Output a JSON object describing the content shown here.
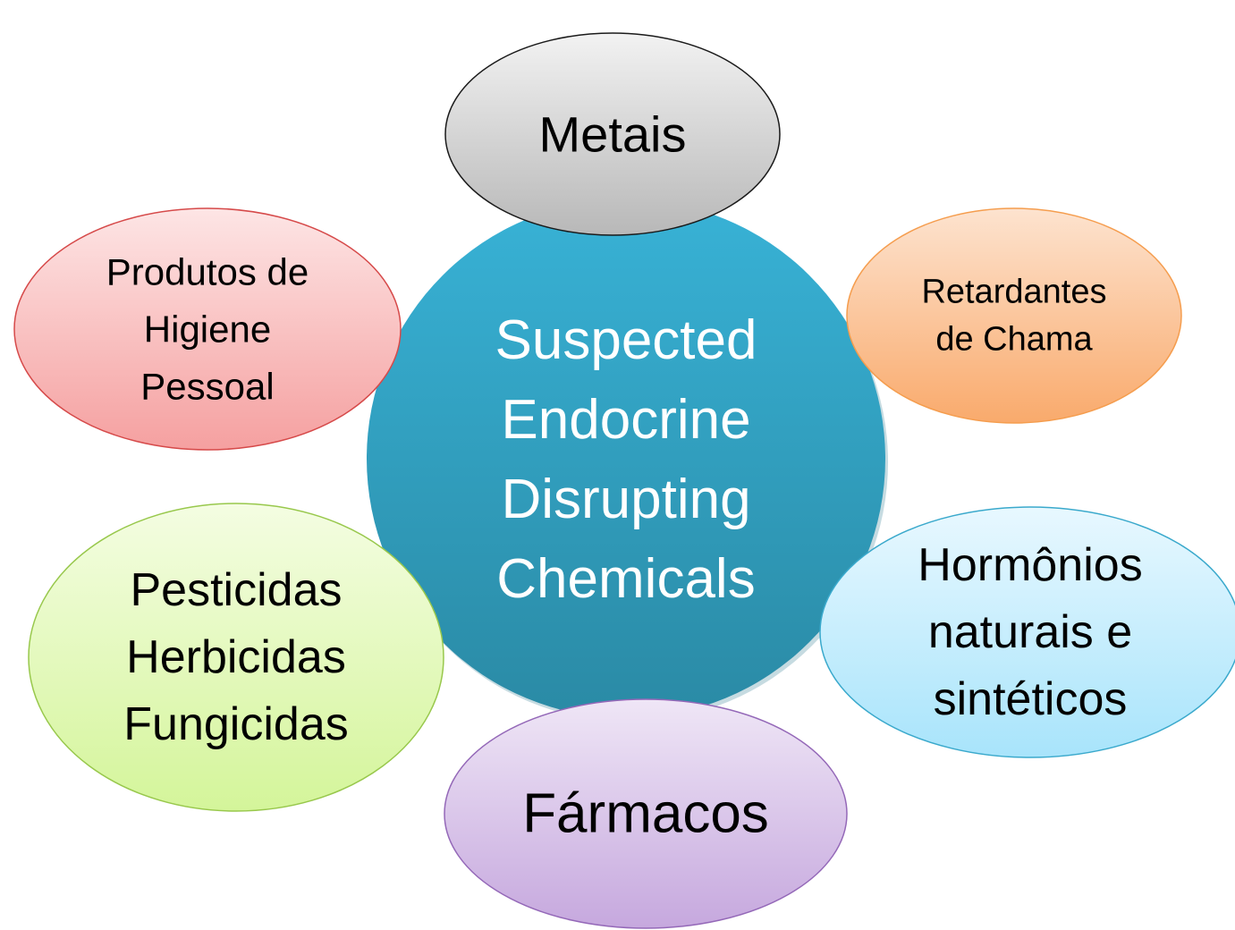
{
  "center": {
    "lines": [
      "Suspected",
      "Endocrine",
      "Disrupting",
      "Chemicals"
    ],
    "fill_top": "#38b2d6",
    "fill_bottom": "#2a8aa5",
    "text_color": "#ffffff"
  },
  "satellites": [
    {
      "id": "metais",
      "lines": [
        "Metais"
      ],
      "fill_top": "#f2f2f2",
      "fill_bottom": "#b8b8b8",
      "stroke": "#1a1a1a"
    },
    {
      "id": "retardantes",
      "lines": [
        "Retardantes",
        "de Chama"
      ],
      "fill_top": "#fde3cf",
      "fill_bottom": "#f9aa6c",
      "stroke": "#f59d4e"
    },
    {
      "id": "hormonios",
      "lines": [
        "Hormônios",
        "naturais e",
        "sintéticos"
      ],
      "fill_top": "#e8f8ff",
      "fill_bottom": "#a8e4fb",
      "stroke": "#3aa9cc"
    },
    {
      "id": "farmacos",
      "lines": [
        "Fármacos"
      ],
      "fill_top": "#efe6f6",
      "fill_bottom": "#c6a8de",
      "stroke": "#9468b8"
    },
    {
      "id": "pesticidas",
      "lines": [
        "Pesticidas",
        "Herbicidas",
        "Fungicidas"
      ],
      "fill_top": "#f4fde2",
      "fill_bottom": "#d4f59a",
      "stroke": "#98c84c"
    },
    {
      "id": "produtos",
      "lines": [
        "Produtos de",
        "Higiene",
        "Pessoal"
      ],
      "fill_top": "#fde5e5",
      "fill_bottom": "#f5a0a0",
      "stroke": "#d64a4a"
    }
  ],
  "text_color": "#000000"
}
